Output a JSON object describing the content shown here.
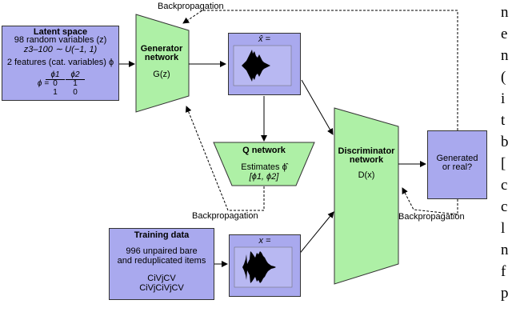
{
  "backprop_label": "Backpropagation",
  "latent": {
    "title": "Latent space",
    "line1": "98 random variables (z)",
    "line2": "z3–100 ∼ U(−1, 1)",
    "line3": "2 features (cat. variables) ϕ",
    "table": {
      "row_label": "ϕ =",
      "headers": [
        "ϕ1",
        "ϕ2"
      ],
      "rows": [
        [
          "0",
          "1"
        ],
        [
          "1",
          "0"
        ]
      ]
    }
  },
  "generator": {
    "title": "Generator network",
    "title_line1": "Generator",
    "title_line2": "network",
    "func": "G(z)"
  },
  "generated_sample": {
    "label": "x̂ ="
  },
  "q_network": {
    "title": "Q network",
    "line1": "Estimates ϕ̂",
    "line2": "[ϕ1, ϕ2]"
  },
  "discriminator": {
    "title": "Discriminator network",
    "title_line1": "Discriminator",
    "title_line2": "network",
    "func": "D(x)"
  },
  "output": {
    "line1": "Generated",
    "line2": "or real?"
  },
  "training": {
    "title": "Training data",
    "line1": "996 unpaired bare",
    "line2": "and reduplicated items",
    "line3": "CiVjCV",
    "line4": "CiVjCiVjCV"
  },
  "real_sample": {
    "label": "x ="
  },
  "right_edge_letters": [
    "n",
    "e",
    "n",
    "(",
    "i",
    "t",
    "b",
    "[",
    "c",
    "c",
    "l",
    "n",
    "f",
    "p"
  ],
  "colors": {
    "purple": "#a9a9ee",
    "green": "#aef0a6",
    "wave": "#000000"
  }
}
